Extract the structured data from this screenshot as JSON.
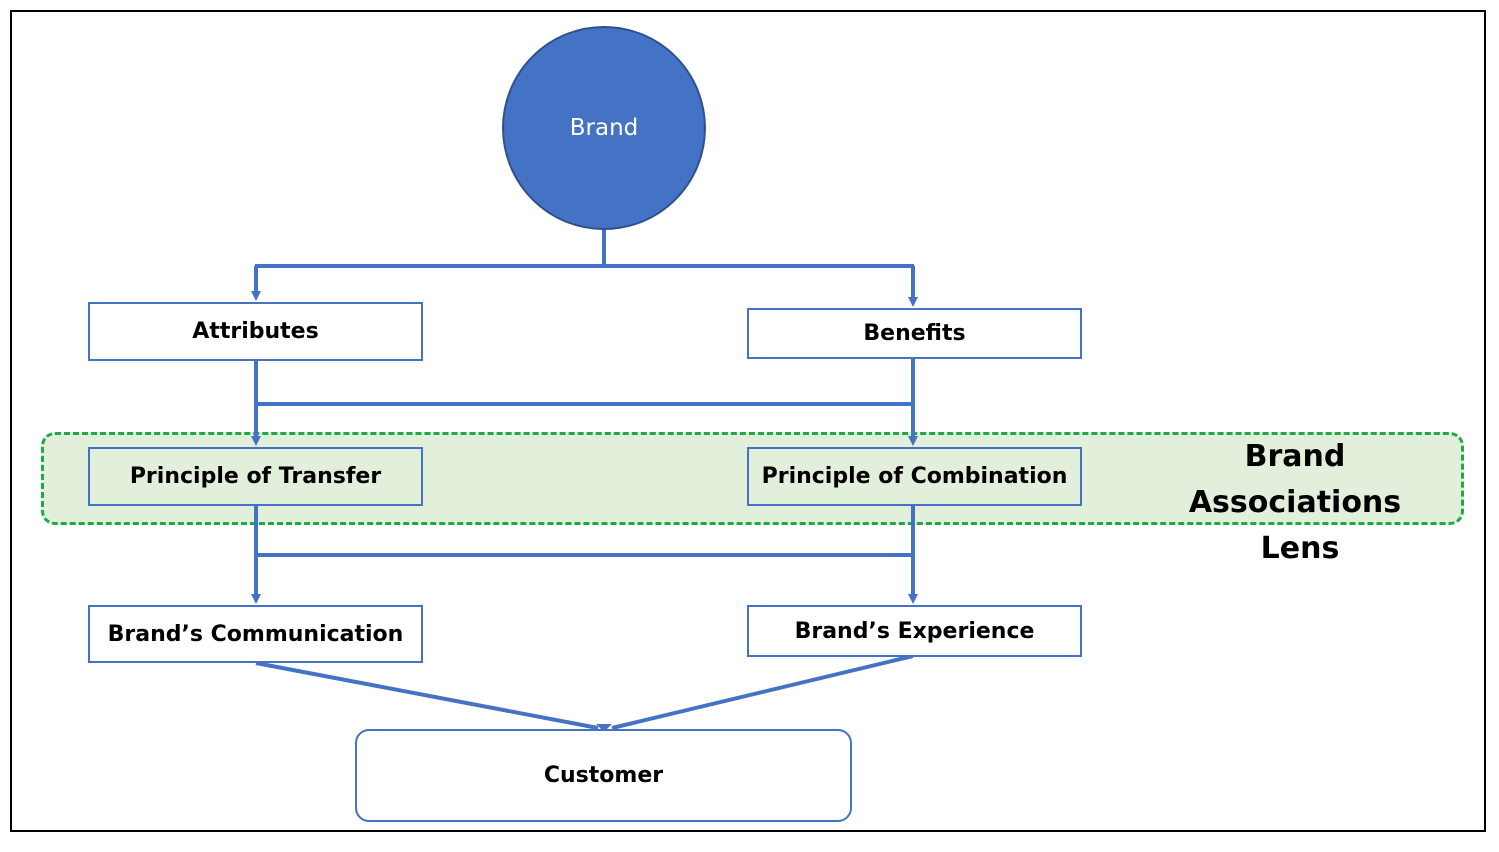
{
  "diagram": {
    "root": {
      "label": "Brand"
    },
    "level1": [
      {
        "label": "Attributes"
      },
      {
        "label": "Benefits"
      }
    ],
    "principles": [
      {
        "label": "Principle of Transfer"
      },
      {
        "label": "Principle of Combination"
      }
    ],
    "lens": {
      "line1": "Brand Associations",
      "line2": "Lens"
    },
    "outputs": [
      {
        "label": "Brand’s Communication"
      },
      {
        "label": "Brand’s Experience"
      }
    ],
    "sink": {
      "label": "Customer"
    }
  },
  "colors": {
    "node_border": "#4472c4",
    "brand_fill": "#4472c4",
    "lens_fill": "#e2efda",
    "lens_border": "#1fa84a",
    "connector": "#4472c4"
  }
}
